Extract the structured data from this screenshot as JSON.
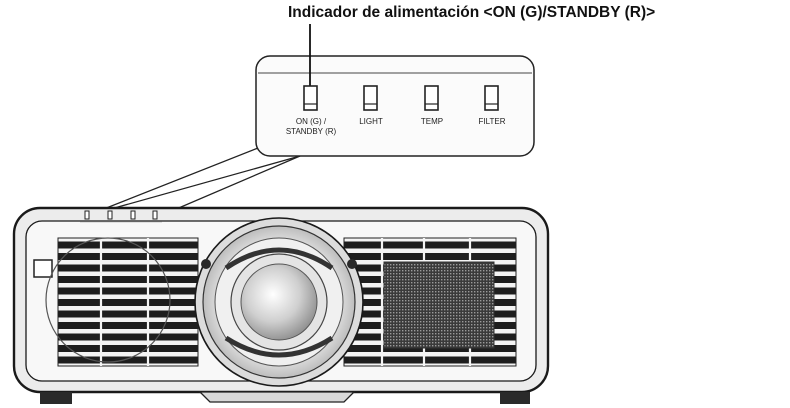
{
  "callout": {
    "title": "Indicador de alimentación <ON (G)/STANDBY (R)>"
  },
  "indicators": [
    {
      "line1": "ON (G) /",
      "line2": "STANDBY (R)"
    },
    {
      "line1": "LIGHT",
      "line2": ""
    },
    {
      "line1": "TEMP",
      "line2": ""
    },
    {
      "line1": "FILTER",
      "line2": ""
    }
  ],
  "colors": {
    "outline": "#1a1a1a",
    "body": "#e9e9e9",
    "grille": "#222222",
    "panel_fill": "#f7f7f7"
  },
  "icons": [
    "projector-body",
    "projection-lens",
    "indicator-lamp",
    "leader-line"
  ]
}
